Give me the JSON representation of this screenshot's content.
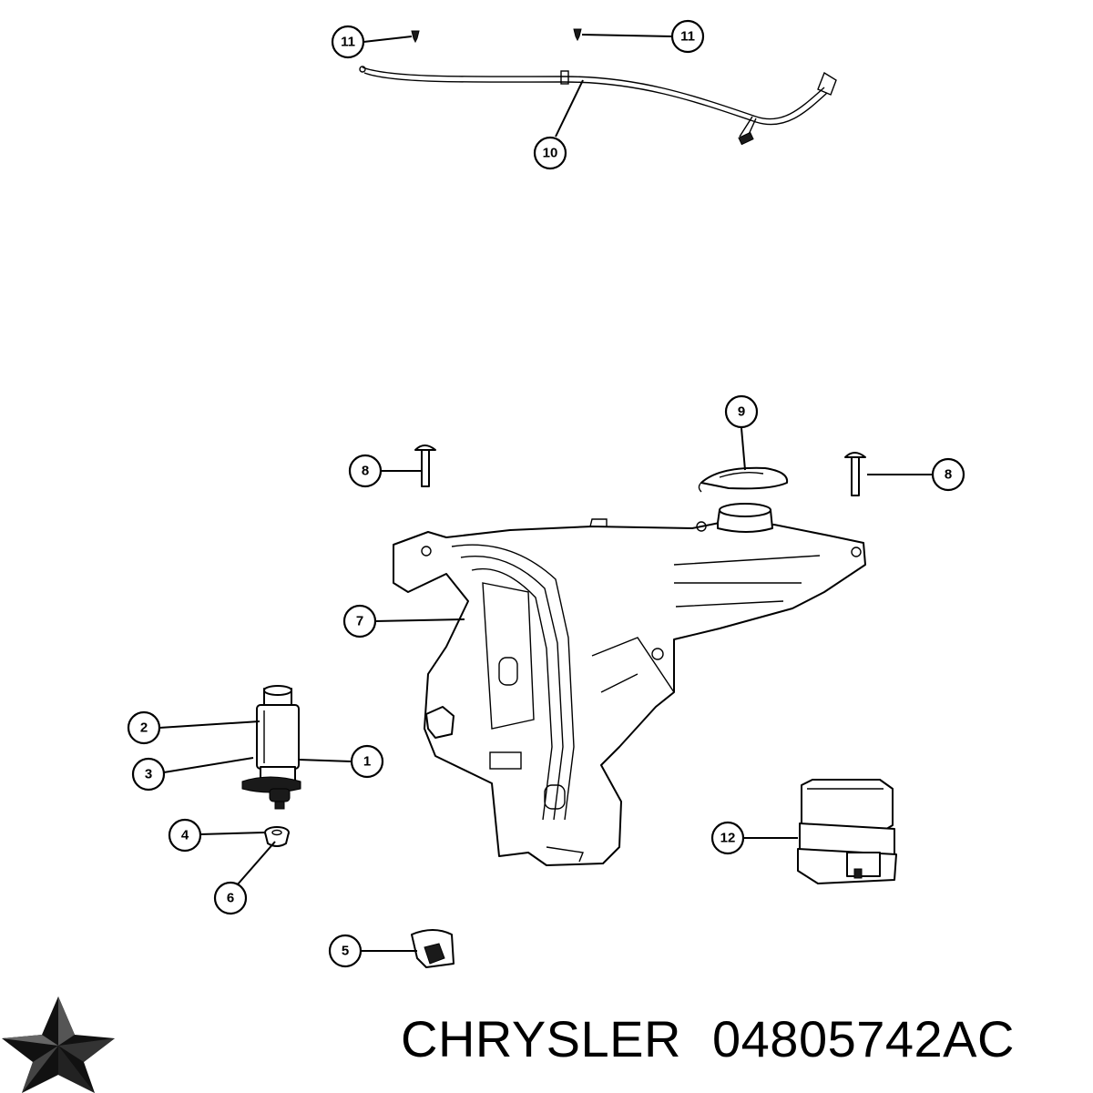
{
  "caption": {
    "brand": "CHRYSLER",
    "part_number": "04805742AC"
  },
  "callouts": {
    "c1": "1",
    "c2": "2",
    "c3": "3",
    "c4": "4",
    "c5": "5",
    "c6": "6",
    "c7": "7",
    "c8a": "8",
    "c8b": "8",
    "c9": "9",
    "c10": "10",
    "c11a": "11",
    "c11b": "11",
    "c12": "12"
  },
  "icons": {
    "logo": "chrysler-pentastar-logo"
  }
}
